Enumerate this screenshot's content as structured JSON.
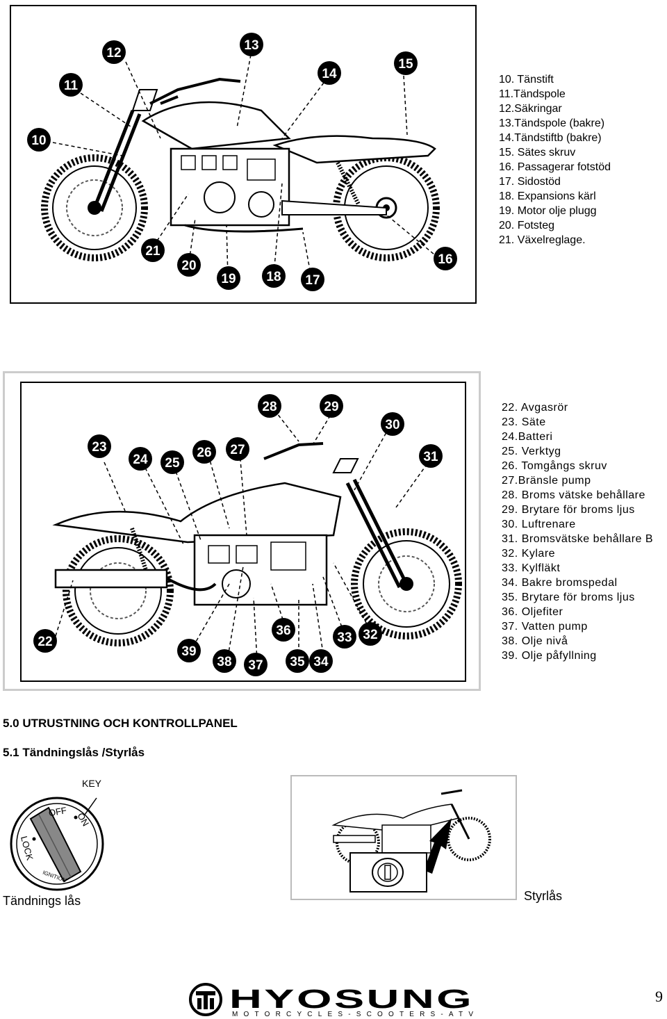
{
  "diagram1": {
    "callouts": [
      "10",
      "11",
      "12",
      "13",
      "14",
      "15",
      "16",
      "17",
      "18",
      "19",
      "20",
      "21"
    ],
    "legend": [
      "10. Tänstift",
      "11.Tändspole",
      "12.Säkringar",
      "13.Tändspole (bakre)",
      "14.Tändstiftb (bakre)",
      "15. Sätes skruv",
      "16. Passagerar fotstöd",
      "17. Sidostöd",
      "18. Expansions kärl",
      "19. Motor olje plugg",
      "20. Fotsteg",
      "21. Växelreglage."
    ]
  },
  "diagram2": {
    "callouts": [
      "22",
      "23",
      "24",
      "25",
      "26",
      "27",
      "28",
      "29",
      "30",
      "31",
      "32",
      "33",
      "34",
      "35",
      "36",
      "37",
      "38",
      "39"
    ],
    "legend": [
      "22. Avgasrör",
      "23. Säte",
      "24.Batteri",
      "25. Verktyg",
      "26. Tomgångs skruv",
      "27.Bränsle pump",
      "28. Broms vätske behållare",
      "29. Brytare för broms ljus",
      "30. Luftrenare",
      "31. Bromsvätske behållare B",
      "32. Kylare",
      "33. Kylfläkt",
      "34. Bakre bromspedal",
      "35. Brytare för broms ljus",
      "36. Oljefiter",
      "37. Vatten pump",
      "38. Olje nivå",
      "39. Olje påfyllning"
    ]
  },
  "section_title": "5.0 UTRUSTNING OCH KONTROLLPANEL",
  "subsection_title": "5.1 Tändningslås /Styrlås",
  "ignition": {
    "key_label": "KEY",
    "off": "OFF",
    "on": "ON",
    "lock": "LOCK",
    "ignition": "IGNITION",
    "caption": "Tändnings lås"
  },
  "steering_lock": {
    "caption": "Styrlås"
  },
  "footer": {
    "brand": "HYOSUNG",
    "tagline": "MOTORCYCLES-SCOOTERS-ATV",
    "page_number": "9"
  }
}
